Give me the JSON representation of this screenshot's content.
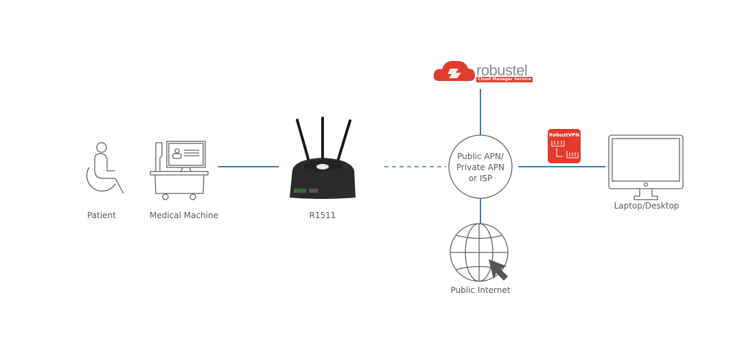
{
  "nodes": {
    "patient": "Patient",
    "medical_machine": "Medical Machine",
    "router": "R1511",
    "network": [
      "Public APN/",
      "Private APN",
      "or ISP"
    ],
    "laptop": "Laptop/Desktop",
    "internet": "Public Internet"
  },
  "cloud": {
    "brand": "robustel",
    "subtitle": "Cloud Manager Service"
  },
  "vpn": {
    "label": "RobustVPN"
  },
  "colors": {
    "link": "#2e7fb8",
    "icon_stroke": "#606060",
    "brand_red": "#e13b2e"
  }
}
